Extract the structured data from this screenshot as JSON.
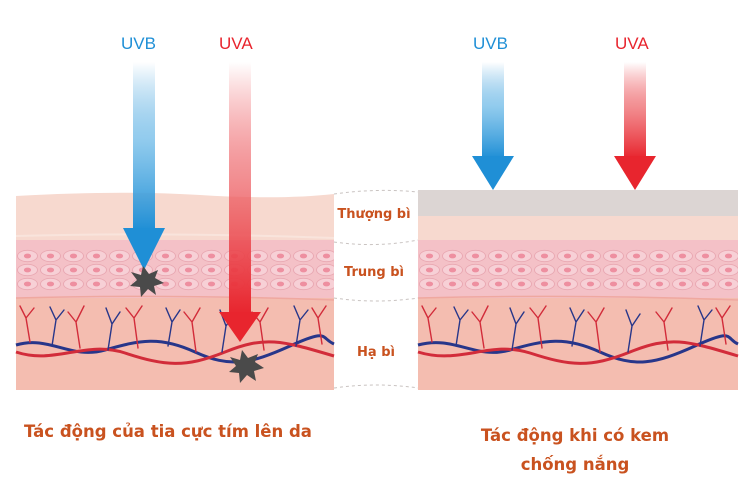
{
  "rays": {
    "uvb": "UVB",
    "uva": "UVA"
  },
  "layers": {
    "epidermis": "Thượng bì",
    "dermis": "Trung bì",
    "hypodermis": "Hạ bì"
  },
  "captions": {
    "without_sunscreen": "Tác động của tia cực tím lên da",
    "with_sunscreen": "Tác động khi có kem chống nắng"
  },
  "colors": {
    "uvb": "#1f8fd6",
    "uva": "#e8252e",
    "caption_text": "#c9521f",
    "skin_top": "#f7d9cf",
    "cell_layer": "#f4c1c7",
    "deep_layer": "#f4bdb0",
    "sunscreen_film": "#dcd5d3",
    "red_vessel": "#d22c3a",
    "blue_vessel": "#27368a"
  },
  "icons": {
    "impact": "impact-burst-icon"
  }
}
